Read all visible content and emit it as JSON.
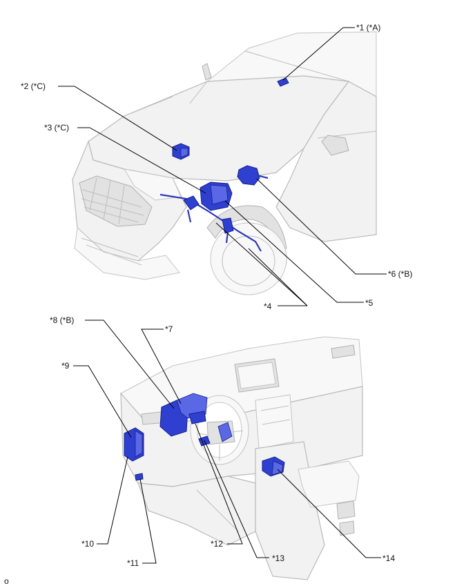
{
  "callouts": {
    "c1": "*1 (*A)",
    "c2": "*2 (*C)",
    "c3": "*3 (*C)",
    "c4": "*4",
    "c5": "*5",
    "c6": "*6 (*B)",
    "c7": "*7",
    "c8": "*8 (*B)",
    "c9": "*9",
    "c10": "*10",
    "c11": "*11",
    "c12": "*12",
    "c13": "*13",
    "c14": "*14"
  },
  "footer": {
    "code": "o"
  },
  "colors": {
    "component": "#2f3fd0",
    "vehicle": "#f2f2f2",
    "leader": "#000000"
  }
}
